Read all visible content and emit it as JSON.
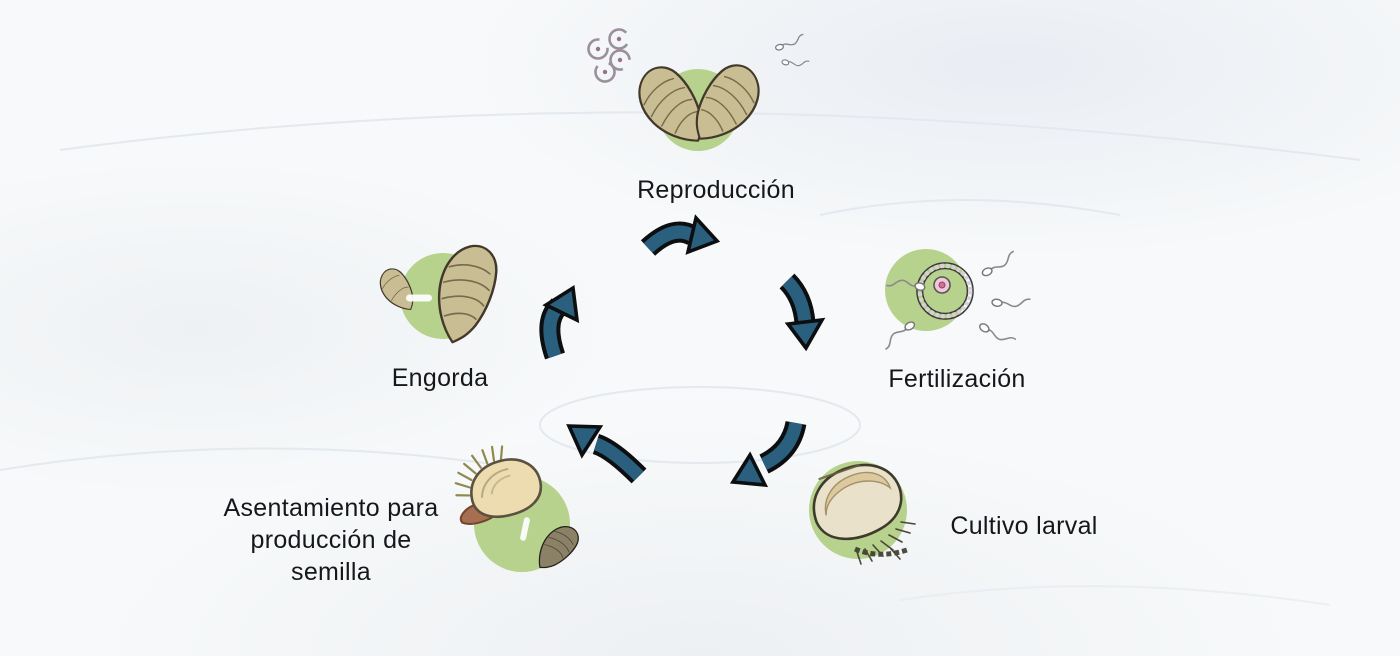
{
  "diagram": {
    "kind": "cycle-diagram",
    "language": "es",
    "stages": [
      {
        "name": "reproduccion",
        "label": "Reproducción"
      },
      {
        "name": "fertilizacion",
        "label": "Fertilización"
      },
      {
        "name": "cultivo-larval",
        "label": "Cultivo larval"
      },
      {
        "name": "asentamiento",
        "label": "Asentamiento para producción de semilla"
      },
      {
        "name": "engorda",
        "label": "Engorda"
      }
    ],
    "arrows": [
      {
        "from": "reproduccion",
        "to": "fertilizacion"
      },
      {
        "from": "fertilizacion",
        "to": "cultivo-larval"
      },
      {
        "from": "cultivo-larval",
        "to": "asentamiento"
      },
      {
        "from": "asentamiento",
        "to": "engorda"
      },
      {
        "from": "engorda",
        "to": "reproduccion"
      }
    ],
    "icons": [
      "oyster-pair-icon",
      "egg-cluster-icon",
      "sperm-icon",
      "egg-cell-icon",
      "larva-icon",
      "spat-icon",
      "oyster-icon"
    ],
    "colors": {
      "stage_circle": "#b6d28d",
      "arrow_fill": "#2a5f7e",
      "arrow_outline": "#0c0e10",
      "text": "#15171b",
      "background": "#f7f9fa"
    }
  }
}
